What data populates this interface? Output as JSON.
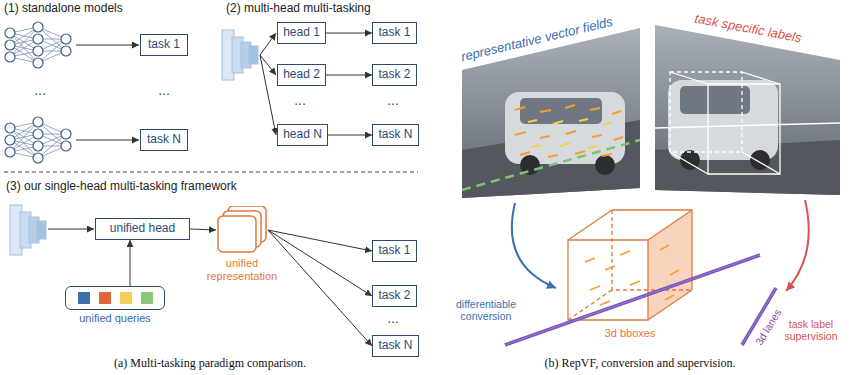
{
  "diagram": {
    "nodes": [
      {
        "text": [
          "task 1"
        ]
      },
      {
        "text": [
          "task N"
        ]
      },
      {
        "text": [
          "head 1"
        ]
      },
      {
        "text": [
          "task 1"
        ]
      },
      {
        "text": [
          "head 2"
        ]
      },
      {
        "text": [
          "task 2"
        ]
      },
      {
        "text": [
          "head N"
        ]
      },
      {
        "text": [
          "task N"
        ]
      },
      {
        "text": [
          "unified head"
        ]
      },
      {
        "text": [
          "unified queries"
        ]
      },
      {
        "text": [
          "unified representation"
        ]
      },
      {
        "text": [
          "task 1"
        ]
      },
      {
        "text": [
          "task 2"
        ]
      },
      {
        "text": [
          "task N"
        ]
      }
    ],
    "edges": [
      {
        "from": 2,
        "to": 3,
        "arrow": "to"
      },
      {
        "from": 4,
        "to": 5,
        "arrow": "to"
      },
      {
        "from": 6,
        "to": 7,
        "arrow": "to"
      },
      {
        "from": 9,
        "to": 8,
        "arrow": "to"
      },
      {
        "from": 8,
        "to": 10,
        "arrow": "to"
      },
      {
        "from": 10,
        "to": 11,
        "arrow": "to"
      },
      {
        "from": 10,
        "to": 12,
        "arrow": "to"
      },
      {
        "from": 10,
        "to": 13,
        "arrow": "to"
      }
    ],
    "labels": [
      "(1) standalone models",
      "...",
      "...",
      "(2) multi-head multi-tasking",
      "...",
      "...",
      "(3) our single-head multi-tasking framework",
      "...",
      "representative vector fields",
      "task specific labels",
      "differentiable conversion",
      "task label supervision",
      "3d bboxes",
      "3d lanes",
      "(a) Multi-tasking paradigm comparison.",
      "(b) RepVF, conversion and supervision."
    ]
  }
}
